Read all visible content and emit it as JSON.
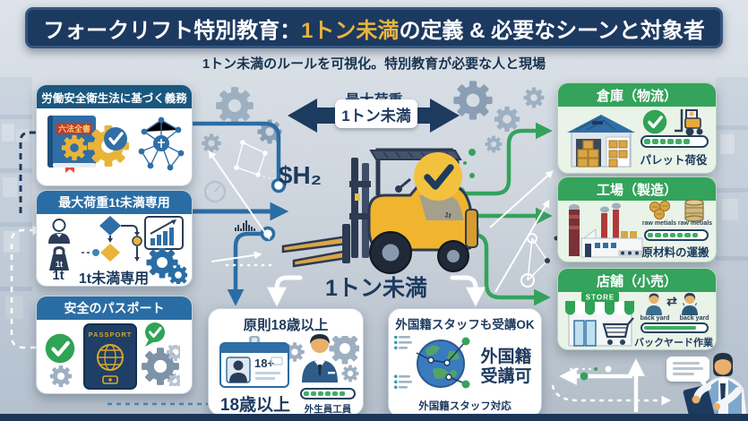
{
  "colors": {
    "banner_navy": "#1c3960",
    "accent_gold": "#e8b43c",
    "box_blue": "#2a6da4",
    "box_green": "#34a35c",
    "check_green": "#2fa356",
    "forklift_yellow": "#f0b42f",
    "text_navy": "#1d3a5f"
  },
  "banner": {
    "title_prefix": "フォークリフト特別教育：",
    "title_highlight": "1トン未満",
    "title_suffix": "の定義 & 必要なシーンと対象者",
    "subtitle": "1トン未満のルールを可視化。特別教育が必要な人と現場"
  },
  "left_boxes": [
    {
      "header": "労働安全衛生法に基づく義務",
      "book_label": "六法全書"
    },
    {
      "header": "最大荷重1t未満専用",
      "weight_label": "1t",
      "caption_weight": "1t",
      "caption_main": "1t未満専用"
    },
    {
      "header": "安全のパスポート",
      "passport_label": "PASSPORT"
    }
  ],
  "center": {
    "arrow_title": "最大荷重",
    "arrow_label": "1トン未満",
    "load_tag": "$H₂",
    "bottom_label": "1トン未満"
  },
  "right_boxes": [
    {
      "header": "倉庫（物流）",
      "caption": "パレット荷役",
      "progress": {
        "filled": 6,
        "total": 8
      }
    },
    {
      "header": "工場（製造）",
      "material_label_1": "raw metials",
      "material_label_2": "raw metials",
      "caption": "原材料の運搬",
      "progress": {
        "filled": 7,
        "total": 8
      }
    },
    {
      "header": "店舗（小売）",
      "sign": "STORE",
      "staff_label_1": "back yard",
      "staff_label_2": "back yard",
      "swap_icon": "⇄",
      "caption": "バックヤード作業",
      "progress": {
        "percent": 86
      }
    }
  ],
  "bottom_boxes": {
    "age": {
      "title": "原則18歳以上",
      "card_number": "18+",
      "big_label": "18歳以上",
      "caption": "外生員工員",
      "progress": {
        "filled": 6,
        "total": 7
      }
    },
    "foreign": {
      "title": "外国籍スタッフも受講OK",
      "big_label_line1": "外国籍",
      "big_label_line2": "受講可",
      "caption": "外国籍スタッフ対応"
    }
  }
}
